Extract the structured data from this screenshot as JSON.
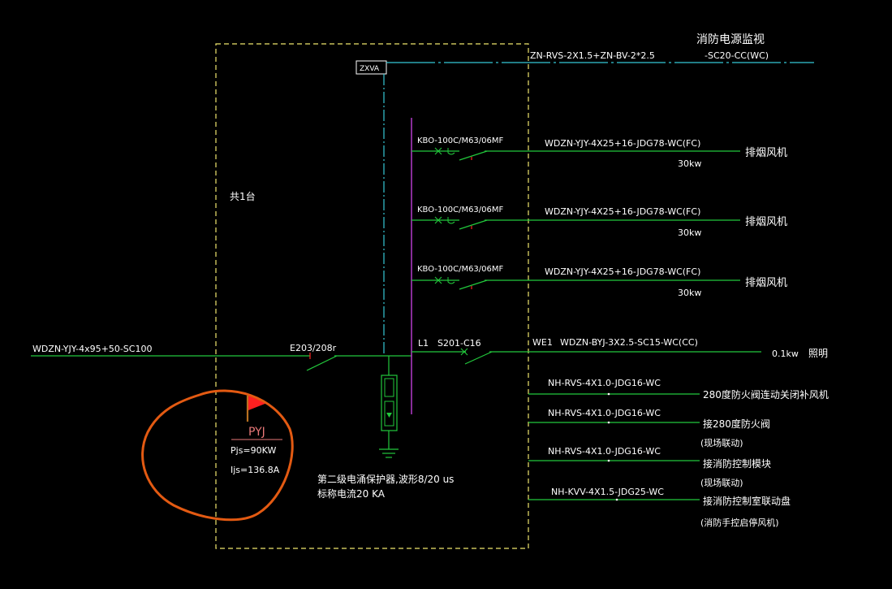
{
  "colors": {
    "background": "#000000",
    "green_line": "#22c83c",
    "cyan_line": "#35c8d6",
    "yellow_dash": "#f0e66e",
    "magenta_bus": "#c040d8",
    "white_text": "#ffffff",
    "red_mark": "#ff2020",
    "orange_circle": "#e35a12",
    "pyj_text": "#e87878"
  },
  "header": {
    "title": "消防电源监视",
    "zxva_label": "ZXVA",
    "monitor_cable": "ZN-RVS-2X1.5+ZN-BV-2*2.5",
    "monitor_conduit": "-SC20-CC(WC)"
  },
  "panel": {
    "count_label": "共1台",
    "incoming_cable": "WDZN-YJY-4x95+50-SC100",
    "main_breaker": "E203/208r",
    "lightning_arrester_line1": "第二级电涌保护器,波形8/20 us",
    "lightning_arrester_line2": "标称电流20 KA"
  },
  "feeders": [
    {
      "breaker": "KBO-100C/M63/06MF",
      "cable": "WDZN-YJY-4X25+16-JDG78-WC(FC)",
      "power": "30kw",
      "load": "排烟风机"
    },
    {
      "breaker": "KBO-100C/M63/06MF",
      "cable": "WDZN-YJY-4X25+16-JDG78-WC(FC)",
      "power": "30kw",
      "load": "排烟风机"
    },
    {
      "breaker": "KBO-100C/M63/06MF",
      "cable": "WDZN-YJY-4X25+16-JDG78-WC(FC)",
      "power": "30kw",
      "load": "排烟风机"
    }
  ],
  "lighting_circuit": {
    "phase": "L1",
    "breaker": "S201-C16",
    "circuit_id": "WE1",
    "cable": "WDZN-BYJ-3X2.5-SC15-WC(CC)",
    "power": "0.1kw",
    "load": "照明"
  },
  "control_lines": [
    {
      "cable": "NH-RVS-4X1.0-JDG16-WC",
      "target_line1": "280度防火阀连动关闭补风机",
      "target_line2": ""
    },
    {
      "cable": "NH-RVS-4X1.0-JDG16-WC",
      "target_line1": "接280度防火阀",
      "target_line2": "(现场联动)"
    },
    {
      "cable": "NH-RVS-4X1.0-JDG16-WC",
      "target_line1": "接消防控制模块",
      "target_line2": "(现场联动)"
    },
    {
      "cable": "NH-KVV-4X1.5-JDG25-WC",
      "target_line1": "接消防控制室联动盘",
      "target_line2": "(消防手控启停风机)"
    }
  ],
  "annotation": {
    "tag": "PYJ",
    "pjs": "Pjs=90KW",
    "ijs": "Ijs=136.8A"
  }
}
